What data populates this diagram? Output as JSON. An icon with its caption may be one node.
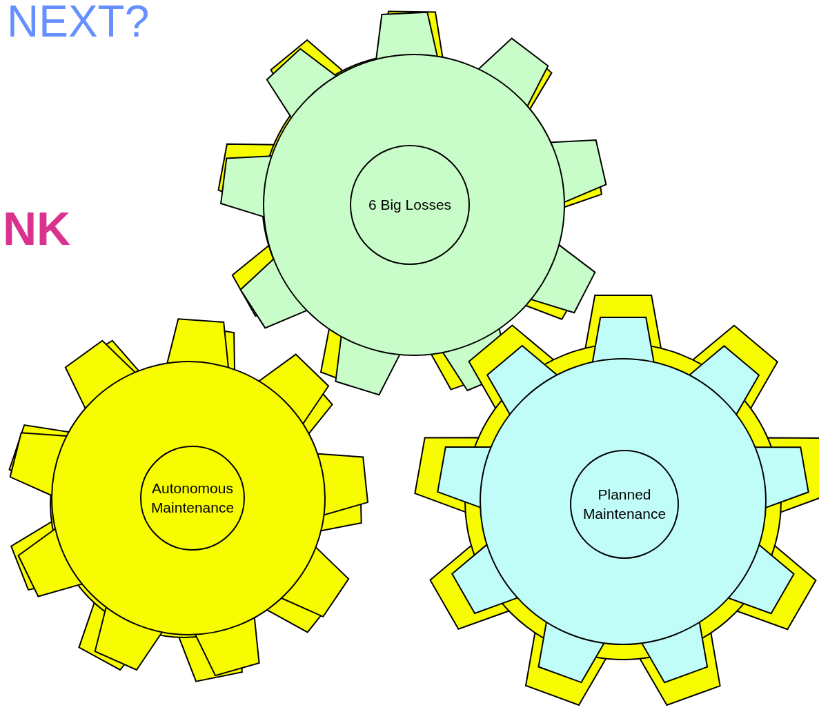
{
  "diagram": {
    "nodes": [
      {
        "text": [
          "6 Big Losses"
        ]
      },
      {
        "text": [
          "Autonomous Maintenance"
        ]
      },
      {
        "text": [
          "Planned Maintenance"
        ]
      }
    ],
    "labels": [
      "NEXT?",
      "NK"
    ]
  }
}
